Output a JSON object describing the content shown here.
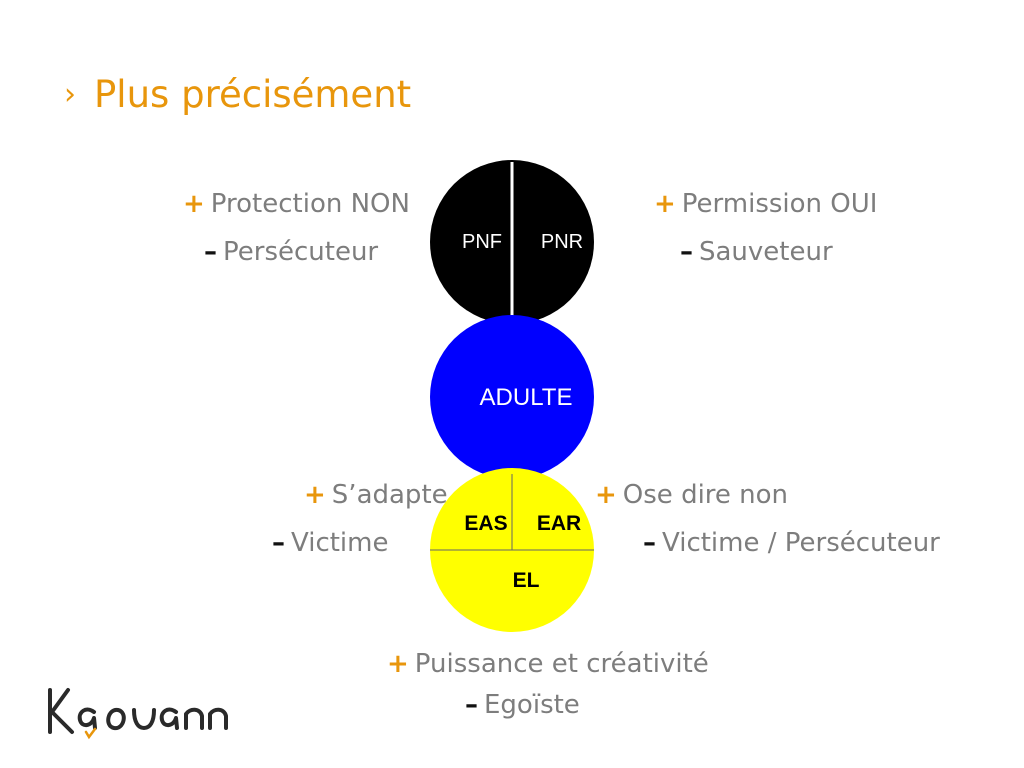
{
  "slide": {
    "title": "Plus précisément",
    "chevron": "›"
  },
  "parent": {
    "left_label": "PNF",
    "right_label": "PNR",
    "color": "#000000"
  },
  "adult": {
    "label": "ADULTE",
    "color": "#0000ff"
  },
  "child": {
    "left_label": "EAS",
    "right_label": "EAR",
    "bottom_label": "EL",
    "color": "#ffff00"
  },
  "annotations": {
    "pnf_plus": "Protection NON",
    "pnf_minus": "Persécuteur",
    "pnr_plus": "Permission OUI",
    "pnr_minus": "Sauveteur",
    "eas_plus": "S’adapte",
    "eas_minus": "Victime",
    "ear_plus": "Ose dire non",
    "ear_minus": "Victime / Persécuteur",
    "el_plus": "Puissance et créativité",
    "el_minus": "Egoïste",
    "plus_sign": "+",
    "minus_sign": "–"
  },
  "logo": {
    "name": "Kaouann"
  },
  "colors": {
    "accent": "#e8960c",
    "text": "#7d7d7d"
  }
}
